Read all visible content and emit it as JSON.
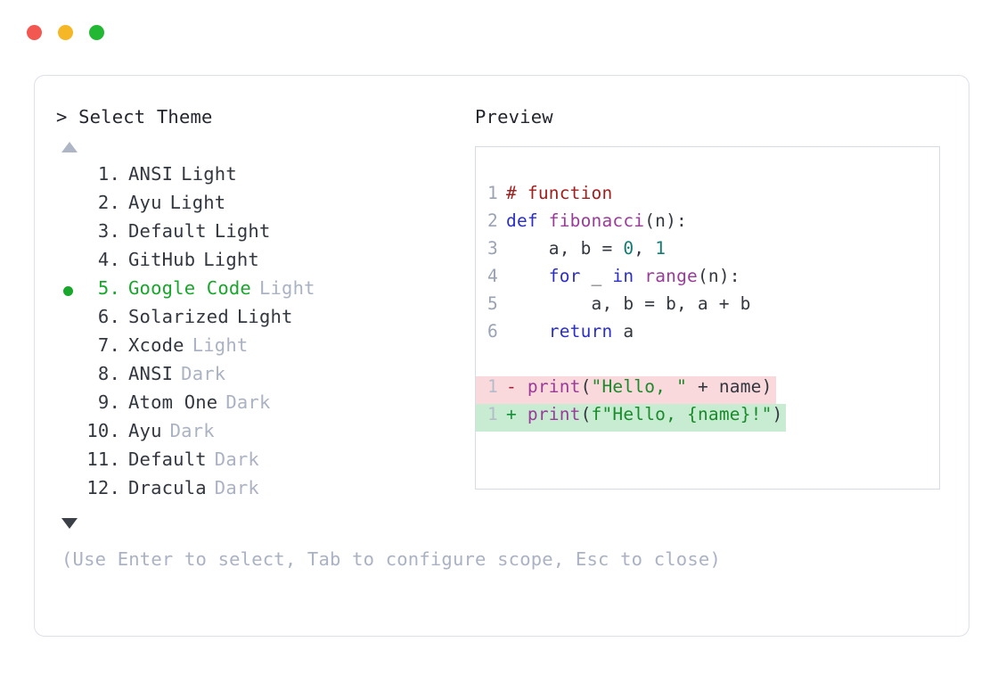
{
  "window": {
    "controls": [
      {
        "name": "close",
        "color": "#f2584f"
      },
      {
        "name": "minimize",
        "color": "#f5b725"
      },
      {
        "name": "maximize",
        "color": "#23b833"
      }
    ]
  },
  "prompt": {
    "title": "> Select Theme",
    "scroll_up": "▲",
    "scroll_down": "▼",
    "hint": "(Use Enter to select, Tab to configure scope, Esc to close)",
    "selected_index": 5,
    "selected_color": "#18a62b",
    "bullet": "●"
  },
  "themes": [
    {
      "index": "1.",
      "name": "ANSI",
      "variant": "Light",
      "variant_muted": false,
      "selected": false
    },
    {
      "index": "2.",
      "name": "Ayu",
      "variant": "Light",
      "variant_muted": false,
      "selected": false
    },
    {
      "index": "3.",
      "name": "Default",
      "variant": "Light",
      "variant_muted": false,
      "selected": false
    },
    {
      "index": "4.",
      "name": "GitHub",
      "variant": "Light",
      "variant_muted": false,
      "selected": false
    },
    {
      "index": "5.",
      "name": "Google Code",
      "variant": "Light",
      "variant_muted": true,
      "selected": true
    },
    {
      "index": "6.",
      "name": "Solarized",
      "variant": "Light",
      "variant_muted": false,
      "selected": false
    },
    {
      "index": "7.",
      "name": "Xcode",
      "variant": "Light",
      "variant_muted": true,
      "selected": false
    },
    {
      "index": "8.",
      "name": "ANSI",
      "variant": "Dark",
      "variant_muted": true,
      "selected": false
    },
    {
      "index": "9.",
      "name": "Atom One",
      "variant": "Dark",
      "variant_muted": true,
      "selected": false
    },
    {
      "index": "10.",
      "name": "Ayu",
      "variant": "Dark",
      "variant_muted": true,
      "selected": false
    },
    {
      "index": "11.",
      "name": "Default",
      "variant": "Dark",
      "variant_muted": true,
      "selected": false
    },
    {
      "index": "12.",
      "name": "Dracula",
      "variant": "Dark",
      "variant_muted": true,
      "selected": false
    }
  ],
  "preview": {
    "title": "Preview",
    "code_lines": [
      {
        "gutter": "1",
        "kind": "normal",
        "tokens": [
          {
            "t": "# function",
            "c": "comment"
          }
        ]
      },
      {
        "gutter": "2",
        "kind": "normal",
        "tokens": [
          {
            "t": "def ",
            "c": "keyword"
          },
          {
            "t": "fibonacci",
            "c": "func"
          },
          {
            "t": "(n):",
            "c": "punct"
          }
        ]
      },
      {
        "gutter": "3",
        "kind": "normal",
        "tokens": [
          {
            "t": "    a, b = ",
            "c": "plain"
          },
          {
            "t": "0",
            "c": "number"
          },
          {
            "t": ", ",
            "c": "plain"
          },
          {
            "t": "1",
            "c": "number"
          }
        ]
      },
      {
        "gutter": "4",
        "kind": "normal",
        "tokens": [
          {
            "t": "    ",
            "c": "plain"
          },
          {
            "t": "for",
            "c": "keyword"
          },
          {
            "t": " _ ",
            "c": "plain"
          },
          {
            "t": "in",
            "c": "keyword"
          },
          {
            "t": " ",
            "c": "plain"
          },
          {
            "t": "range",
            "c": "func"
          },
          {
            "t": "(n):",
            "c": "punct"
          }
        ]
      },
      {
        "gutter": "5",
        "kind": "normal",
        "tokens": [
          {
            "t": "        a, b = b, a + b",
            "c": "plain"
          }
        ]
      },
      {
        "gutter": "6",
        "kind": "normal",
        "tokens": [
          {
            "t": "    ",
            "c": "plain"
          },
          {
            "t": "return",
            "c": "keyword"
          },
          {
            "t": " a",
            "c": "plain"
          }
        ]
      },
      {
        "gutter": "",
        "kind": "blank",
        "tokens": []
      },
      {
        "gutter": "1",
        "kind": "removed",
        "marker": "- ",
        "tokens": [
          {
            "t": "print",
            "c": "func"
          },
          {
            "t": "(",
            "c": "punct"
          },
          {
            "t": "\"Hello, \"",
            "c": "string"
          },
          {
            "t": " + name)",
            "c": "plain"
          }
        ]
      },
      {
        "gutter": "1",
        "kind": "added",
        "marker": "+ ",
        "tokens": [
          {
            "t": "print",
            "c": "func"
          },
          {
            "t": "(",
            "c": "punct"
          },
          {
            "t": "f\"Hello, {name}!\"",
            "c": "string"
          },
          {
            "t": ")",
            "c": "punct"
          }
        ]
      }
    ]
  },
  "colors": {
    "card_border": "#dde0e7",
    "preview_border": "#d7dbe3",
    "muted_text": "#aab2c3",
    "body_text": "#33373f",
    "diff_removed_bg": "#fad9dd",
    "diff_added_bg": "#c8ecd2",
    "diff_removed_marker": "#a6203a",
    "diff_added_marker": "#17903a"
  }
}
